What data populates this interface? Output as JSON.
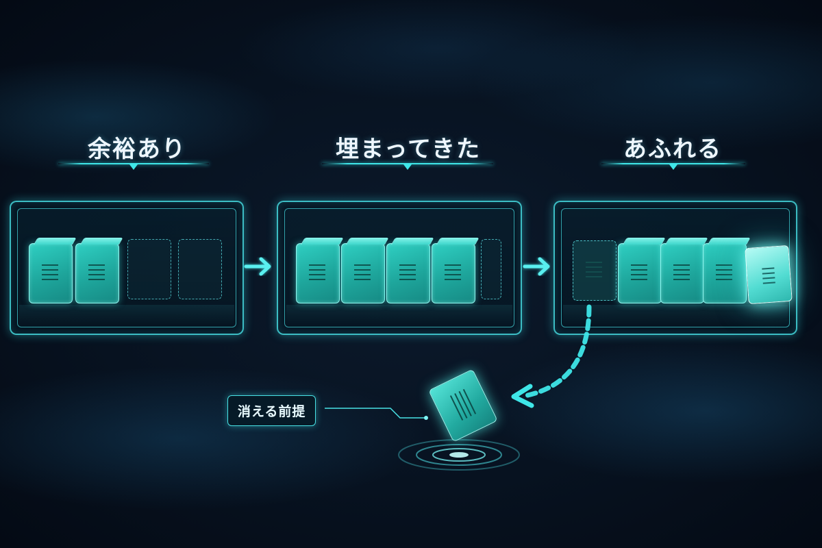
{
  "stages": [
    {
      "title": "余裕あり",
      "filled": 2,
      "empty": 2
    },
    {
      "title": "埋まってきた",
      "filled": 4,
      "empty": 1
    },
    {
      "title": "あふれる",
      "filled": 3,
      "ghost": 1,
      "overflow": 1
    }
  ],
  "callout": {
    "label": "消える前提"
  },
  "colors": {
    "accent": "#3fe6e8",
    "box": "#1ea69c",
    "background": "#071220"
  }
}
